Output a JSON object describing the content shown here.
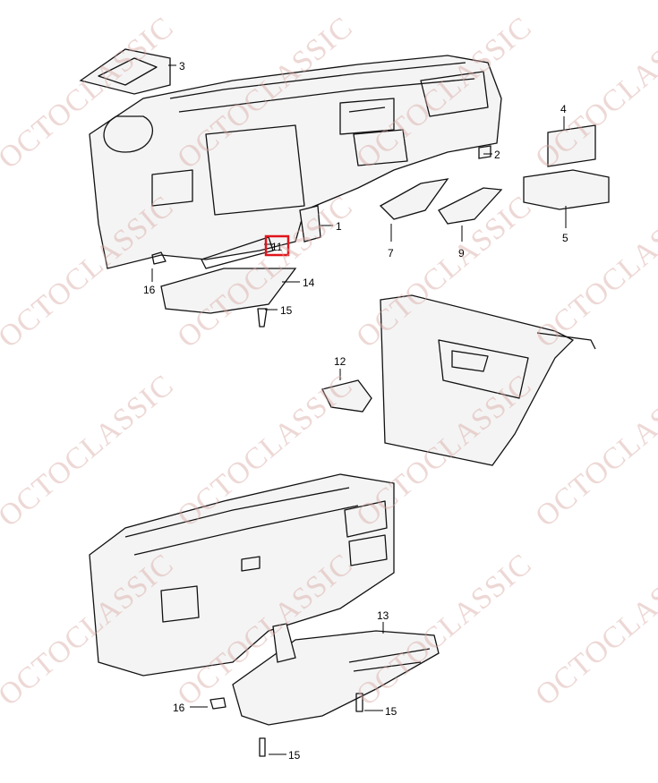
{
  "watermark": "OCTOCLASSIC",
  "highlight_color": "#e0141b",
  "callouts": [
    {
      "id": "c3",
      "label": "3"
    },
    {
      "id": "c4",
      "label": "4"
    },
    {
      "id": "c2",
      "label": "2"
    },
    {
      "id": "c1",
      "label": "1"
    },
    {
      "id": "c11",
      "label": "11",
      "highlighted": true
    },
    {
      "id": "c7",
      "label": "7"
    },
    {
      "id": "c9",
      "label": "9"
    },
    {
      "id": "c5",
      "label": "5"
    },
    {
      "id": "c16a",
      "label": "16"
    },
    {
      "id": "c14",
      "label": "14"
    },
    {
      "id": "c15a",
      "label": "15"
    },
    {
      "id": "c12",
      "label": "12"
    },
    {
      "id": "c13",
      "label": "13"
    },
    {
      "id": "c16b",
      "label": "16"
    },
    {
      "id": "c15b",
      "label": "15"
    },
    {
      "id": "c15c",
      "label": "15"
    }
  ]
}
